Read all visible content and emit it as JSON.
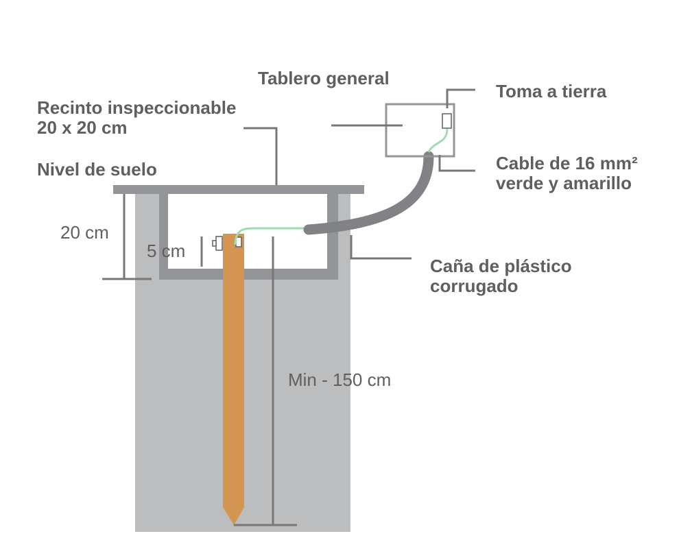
{
  "labels": {
    "tablero": "Tablero general",
    "recinto_line1": "Recinto inspeccionable",
    "recinto_line2": "20 x 20 cm",
    "nivel_suelo": "Nivel de suelo",
    "toma_tierra": "Toma a tierra",
    "cable_line1": "Cable de 16 mm²",
    "cable_line2": "verde y amarillo",
    "cana_line1": "Caña de plástico",
    "cana_line2": "corrugado",
    "dim_20cm": "20 cm",
    "dim_5cm": "5 cm",
    "dim_min150": "Min - 150 cm"
  },
  "colors": {
    "ground": "#bcbdbf",
    "frame": "#939598",
    "rod": "#d39551",
    "conduit": "#808285",
    "wire": "#9fdcb0",
    "text": "#5f5f5f",
    "leader": "#777777"
  }
}
